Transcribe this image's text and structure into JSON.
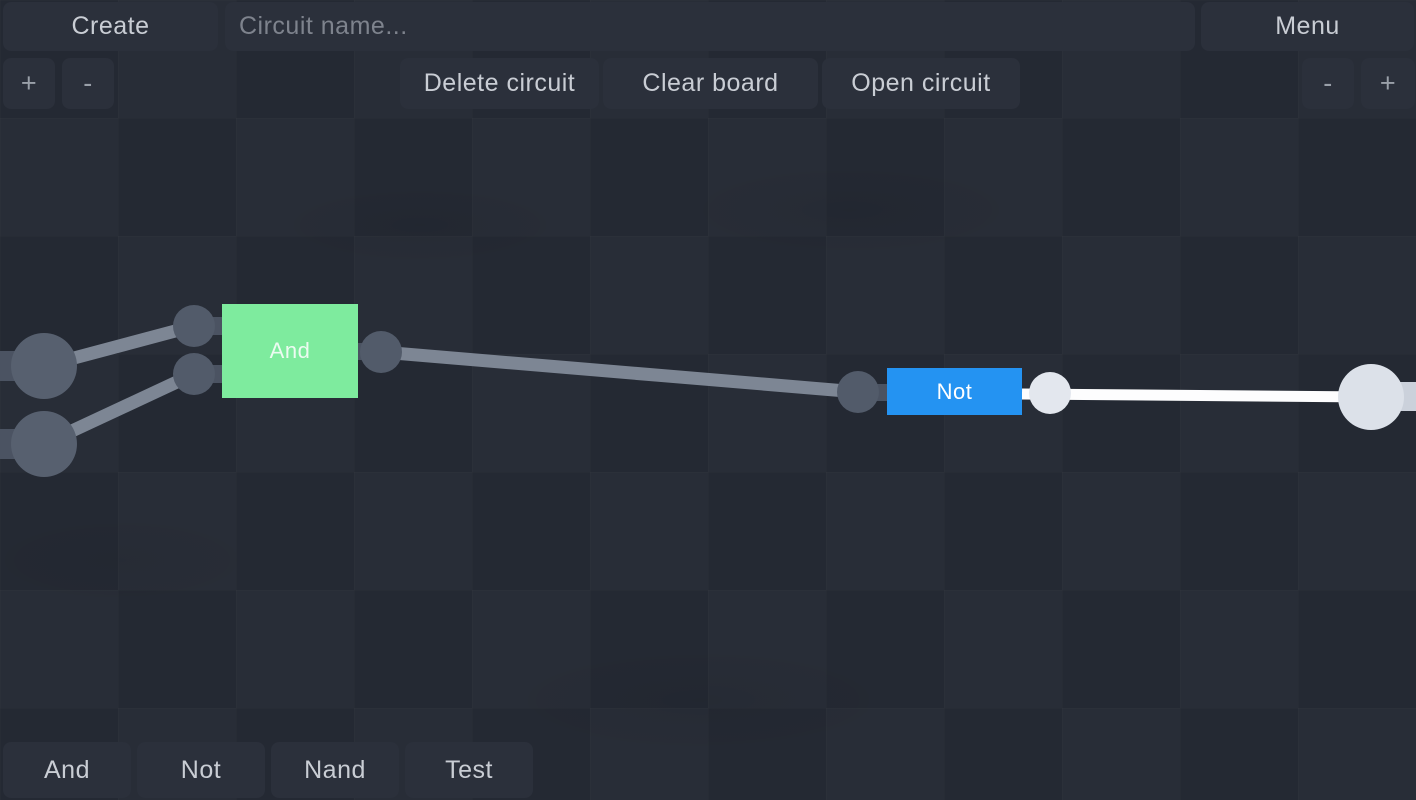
{
  "header": {
    "create_label": "Create",
    "circuit_name_placeholder": "Circuit name...",
    "circuit_name_value": "",
    "menu_label": "Menu"
  },
  "toolbar": {
    "zoom_in_label": "+",
    "zoom_out_label": "-",
    "delete_circuit_label": "Delete circuit",
    "clear_board_label": "Clear board",
    "open_circuit_label": "Open circuit"
  },
  "palette": {
    "items": [
      {
        "label": "And"
      },
      {
        "label": "Not"
      },
      {
        "label": "Nand"
      },
      {
        "label": "Test"
      }
    ]
  },
  "circuit": {
    "gates": [
      {
        "label": "And",
        "type": "and",
        "color": "#7eeb9e",
        "state": "off"
      },
      {
        "label": "Not",
        "type": "not",
        "color": "#2493f2",
        "state": "on"
      }
    ],
    "inputs": [
      {
        "name": "input-a",
        "state": "off"
      },
      {
        "name": "input-b",
        "state": "off"
      }
    ],
    "output": {
      "name": "output",
      "state": "on"
    },
    "colors": {
      "board_background": "#252a34",
      "panel_background": "#2b303b",
      "wire_off": "#7d8694",
      "wire_on": "#fdfdfe",
      "node_off": "#57606f",
      "node_on": "#dce1e9",
      "pin_off": "#525b6a",
      "pin_on": "#e3e7ee",
      "stub_off": "#4b5362",
      "stub_on": "#cbd1db"
    }
  }
}
